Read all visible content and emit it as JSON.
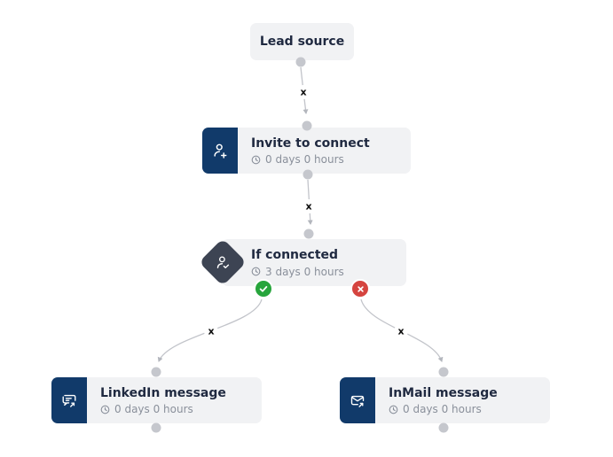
{
  "palette": {
    "background": "#ffffff",
    "node_bg": "#f1f2f4",
    "icon_tile_navy": "#113a6a",
    "condition_diamond_slate": "#3d4453",
    "title_text": "#1f2940",
    "delay_text": "#8a909b",
    "connector_dot": "#c5c7cd",
    "edge_line": "#c2c4ca",
    "branch_yes_green": "#27a53c",
    "branch_no_red": "#d5443f",
    "edge_delete_x": "#0b0b0b"
  },
  "nodes": {
    "lead_source": {
      "title": "Lead source"
    },
    "invite": {
      "title": "Invite to connect",
      "delay": "0 days 0 hours",
      "icon": "person-add-icon"
    },
    "if_connected": {
      "title": "If connected",
      "delay": "3 days 0 hours",
      "icon": "person-check-icon"
    },
    "linkedin_message": {
      "title": "LinkedIn message",
      "delay": "0 days 0 hours",
      "icon": "chat-send-icon"
    },
    "inmail_message": {
      "title": "InMail message",
      "delay": "0 days 0 hours",
      "icon": "mail-send-icon"
    }
  },
  "edges": {
    "delete_glyph": "x",
    "list": [
      "lead_source -> invite",
      "invite -> if_connected",
      "if_connected(yes) -> linkedin_message",
      "if_connected(no) -> inmail_message"
    ]
  }
}
